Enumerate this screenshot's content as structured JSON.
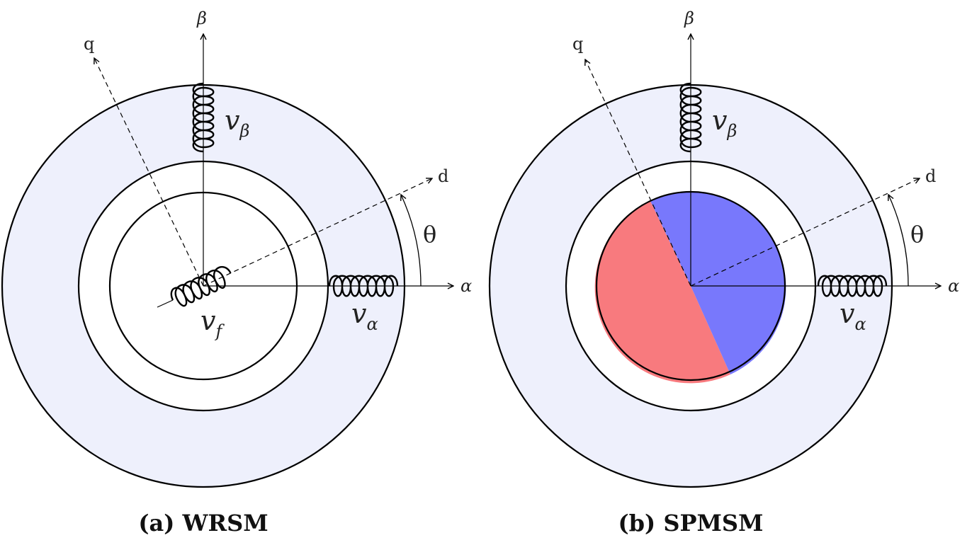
{
  "colors": {
    "stator_fill": "#eef0fc",
    "rotor_red": "#f87a7e",
    "rotor_blue": "#7878fc",
    "line": "#000000"
  },
  "panels": [
    {
      "caption": "(a) WRSM",
      "labels": {
        "beta_axis": "β",
        "alpha_axis": "α",
        "q_axis": "q",
        "d_axis": "d",
        "angle": "θ",
        "v_beta": "v",
        "v_beta_sub": "β",
        "v_alpha": "v",
        "v_alpha_sub": "α",
        "v_field": "v",
        "v_field_sub": "f"
      }
    },
    {
      "caption": "(b) SPMSM",
      "labels": {
        "beta_axis": "β",
        "alpha_axis": "α",
        "q_axis": "q",
        "d_axis": "d",
        "angle": "θ",
        "v_beta": "v",
        "v_beta_sub": "β",
        "v_alpha": "v",
        "v_alpha_sub": "α"
      }
    }
  ]
}
